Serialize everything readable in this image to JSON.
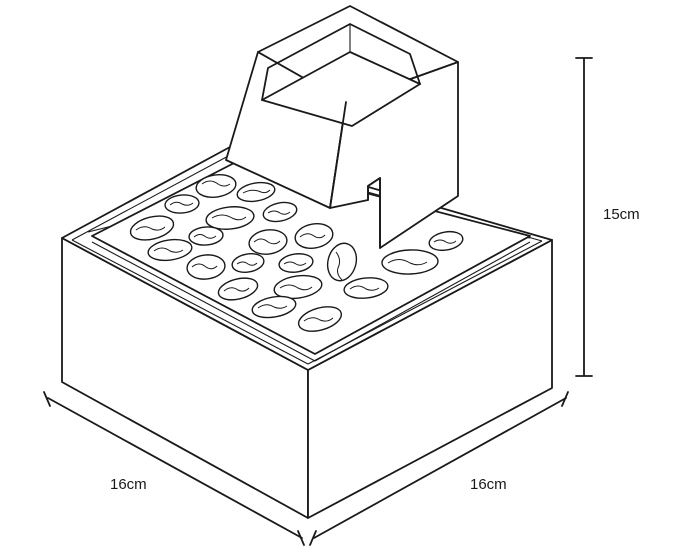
{
  "diagram": {
    "dimensions": {
      "height_label": "15cm",
      "width_left_label": "16cm",
      "width_right_label": "16cm"
    },
    "colors": {
      "stroke": "#1a1a1a",
      "background": "#ffffff"
    }
  }
}
